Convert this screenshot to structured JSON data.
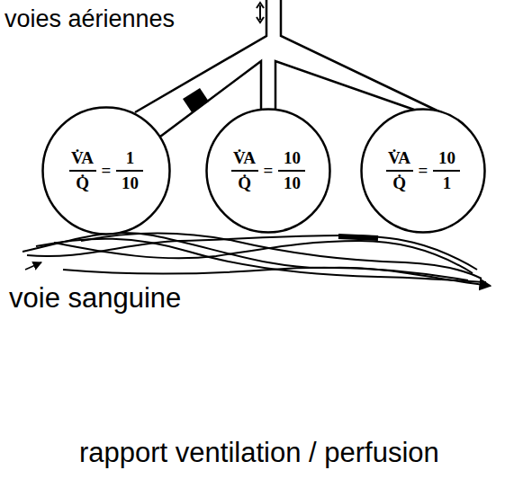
{
  "diagram": {
    "caption": "rapport ventilation / perfusion",
    "nodes": [
      {
        "text": [
          "V̇A",
          "Q̇",
          "=",
          "1",
          "10"
        ]
      },
      {
        "text": [
          "V̇A",
          "Q̇",
          "=",
          "10",
          "10"
        ]
      },
      {
        "text": [
          "V̇A",
          "Q̇",
          "=",
          "10",
          "1"
        ]
      }
    ],
    "labels": [
      "voies aériennes",
      "voie sanguine"
    ]
  }
}
